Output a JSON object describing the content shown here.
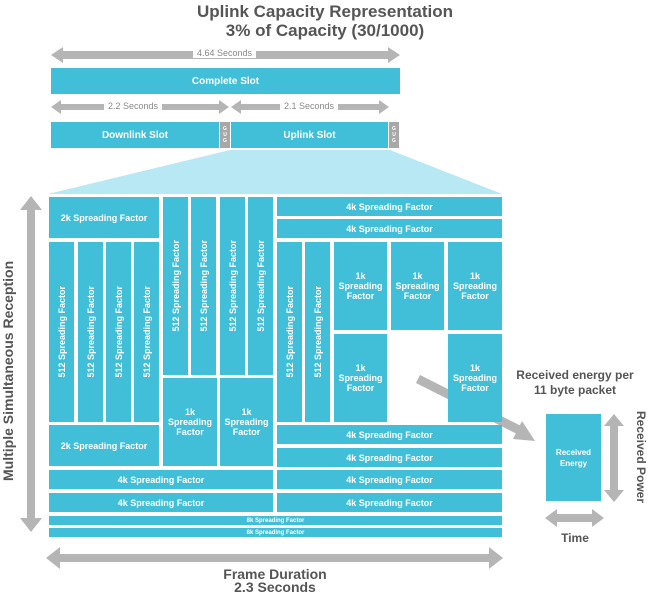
{
  "title": {
    "line1": "Uplink Capacity Representation",
    "line2": "3% of Capacity (30/1000)"
  },
  "top_bars": {
    "total_duration": "4.64 Seconds",
    "complete_slot": "Complete Slot",
    "downlink_duration": "2.2 Seconds",
    "uplink_duration": "2.1 Seconds",
    "downlink_slot": "Downlink Slot",
    "uplink_slot": "Uplink Slot",
    "guard_letters": [
      "G",
      "U",
      "G"
    ]
  },
  "grid": {
    "sf_2k": "2k Spreading Factor",
    "sf_512": "512 Spreading Factor",
    "sf_1k_lines": [
      "1k",
      "Spreading",
      "Factor"
    ],
    "sf_4k": "4k Spreading Factor",
    "sf_8k": "8k Spreading Factor"
  },
  "axes": {
    "y_label": "Multiple Simultaneous Reception",
    "x_label_line1": "Frame Duration",
    "x_label_line2": "2.3 Seconds"
  },
  "energy": {
    "caption_line1": "Received energy per",
    "caption_line2": "11 byte packet",
    "box_line1": "Received",
    "box_line2": "Energy",
    "power_label": "Received Power",
    "time_label": "Time"
  },
  "colors": {
    "block": "#41bfd8",
    "light": "#b7e8f3",
    "arrow": "#b5b5b5",
    "guard": "#a8a8a8"
  }
}
